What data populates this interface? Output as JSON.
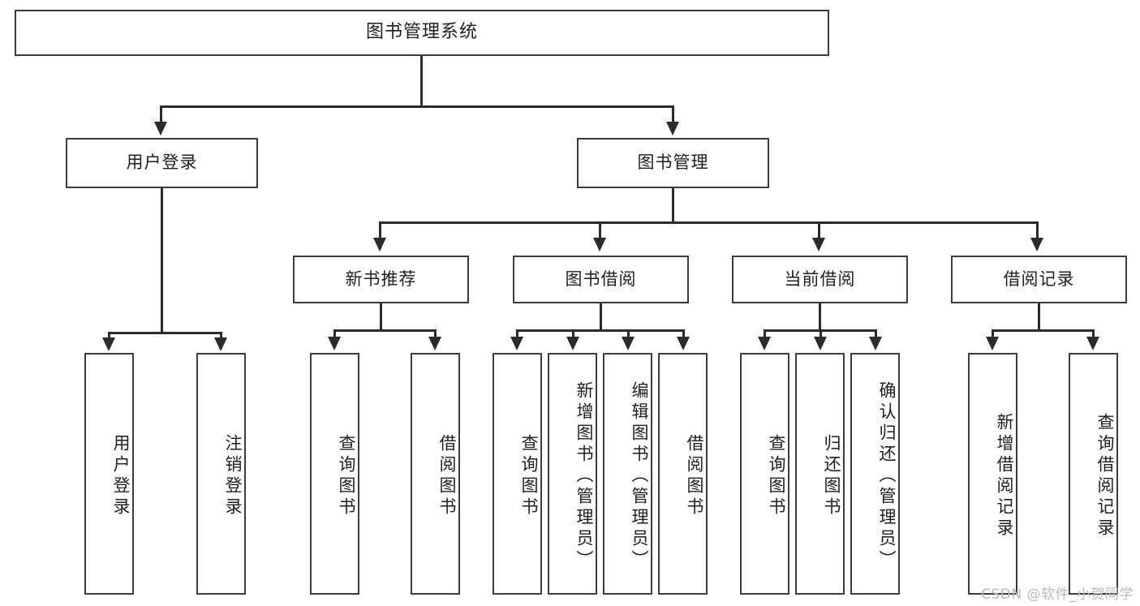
{
  "diagram": {
    "title": "图书管理系统",
    "type": "hierarchy-tree",
    "watermark": "CSDN @软件_小贺同学",
    "root": {
      "label": "图书管理系统",
      "children": [
        {
          "label": "用户登录",
          "children": [
            {
              "label": "用户登录"
            },
            {
              "label": "注销登录"
            }
          ]
        },
        {
          "label": "图书管理",
          "children": [
            {
              "label": "新书推荐",
              "children": [
                {
                  "label": "查询图书"
                },
                {
                  "label": "借阅图书"
                }
              ]
            },
            {
              "label": "图书借阅",
              "children": [
                {
                  "label": "查询图书"
                },
                {
                  "label": "新增图书（管理员）"
                },
                {
                  "label": "编辑图书（管理员）"
                },
                {
                  "label": "借阅图书"
                }
              ]
            },
            {
              "label": "当前借阅",
              "children": [
                {
                  "label": "查询图书"
                },
                {
                  "label": "归还图书"
                },
                {
                  "label": "确认归还（管理员）"
                }
              ]
            },
            {
              "label": "借阅记录",
              "children": [
                {
                  "label": "新增借阅记录"
                },
                {
                  "label": "查询借阅记录"
                }
              ]
            }
          ]
        }
      ]
    },
    "colors": {
      "box_border": "#3c3c3c",
      "connector": "#2b2b2b",
      "background": "#ffffff",
      "text": "#1f1f1f",
      "watermark": "#b9b9b9"
    },
    "nodes": {
      "root": "图书管理系统",
      "l1_user_login": "用户登录",
      "l1_book_manage": "图书管理",
      "l2_new_book_rec": "新书推荐",
      "l2_book_borrow": "图书借阅",
      "l2_current_borrow": "当前借阅",
      "l2_borrow_record": "借阅记录",
      "leaf_user_login": "用户登录",
      "leaf_logout": "注销登录",
      "leaf_rec_query": "查询图书",
      "leaf_rec_borrow": "借阅图书",
      "leaf_bb_query": "查询图书",
      "leaf_bb_add": "新增图书（管理员）",
      "leaf_bb_edit": "编辑图书（管理员）",
      "leaf_bb_borrow": "借阅图书",
      "leaf_cb_query": "查询图书",
      "leaf_cb_return": "归还图书",
      "leaf_cb_confirm": "确认归还（管理员）",
      "leaf_br_add": "新增借阅记录",
      "leaf_br_query": "查询借阅记录"
    }
  }
}
